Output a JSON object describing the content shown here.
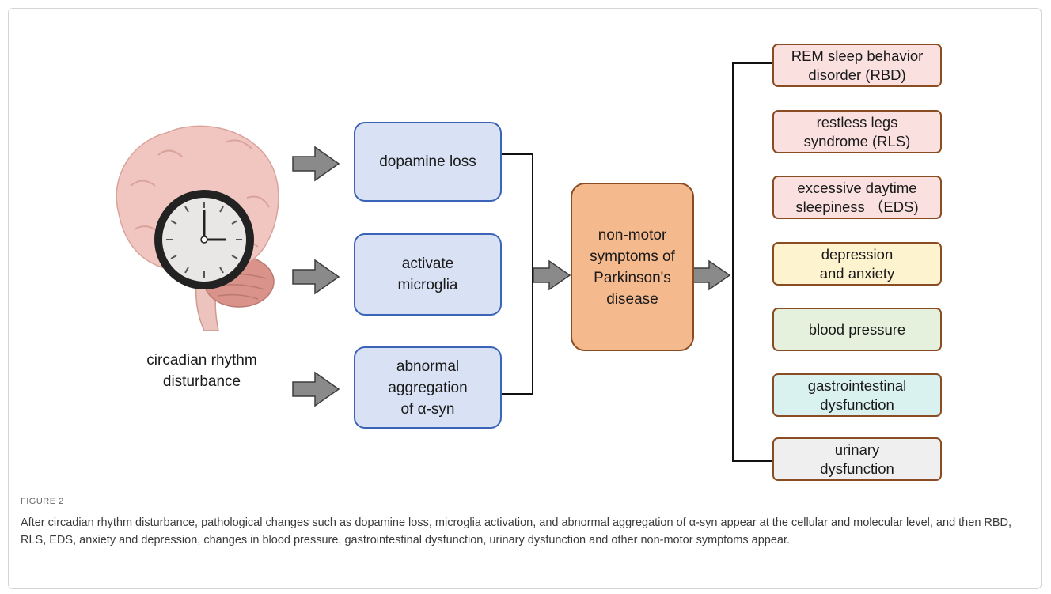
{
  "diagram": {
    "brain_label": "circadian rhythm\ndisturbance",
    "mechanisms": [
      {
        "label": "dopamine loss"
      },
      {
        "label": "activate\nmicroglia"
      },
      {
        "label": "abnormal\naggregation\nof α-syn"
      }
    ],
    "center": {
      "label": "non-motor\nsymptoms of\nParkinson's\ndisease"
    },
    "symptoms": [
      {
        "label": "REM sleep behavior\ndisorder (RBD)",
        "color": "#fbe0e0"
      },
      {
        "label": "restless legs\nsyndrome (RLS)",
        "color": "#fbe0e0"
      },
      {
        "label": "excessive daytime\nsleepiness （EDS)",
        "color": "#fbe0e0"
      },
      {
        "label": "depression\nand anxiety",
        "color": "#fdf3cf"
      },
      {
        "label": "blood pressure",
        "color": "#e6f1dd"
      },
      {
        "label": "gastrointestinal\ndysfunction",
        "color": "#d9f2f0"
      },
      {
        "label": "urinary\ndysfunction",
        "color": "#efefef"
      }
    ]
  },
  "figure_label": "FIGURE 2",
  "caption": "After circadian rhythm disturbance, pathological changes such as dopamine loss, microglia activation, and abnormal aggregation of α-syn appear at the cellular and molecular level, and then RBD, RLS, EDS, anxiety and depression, changes in blood pressure, gastrointestinal dysfunction, urinary dysfunction and other non-motor symptoms appear."
}
